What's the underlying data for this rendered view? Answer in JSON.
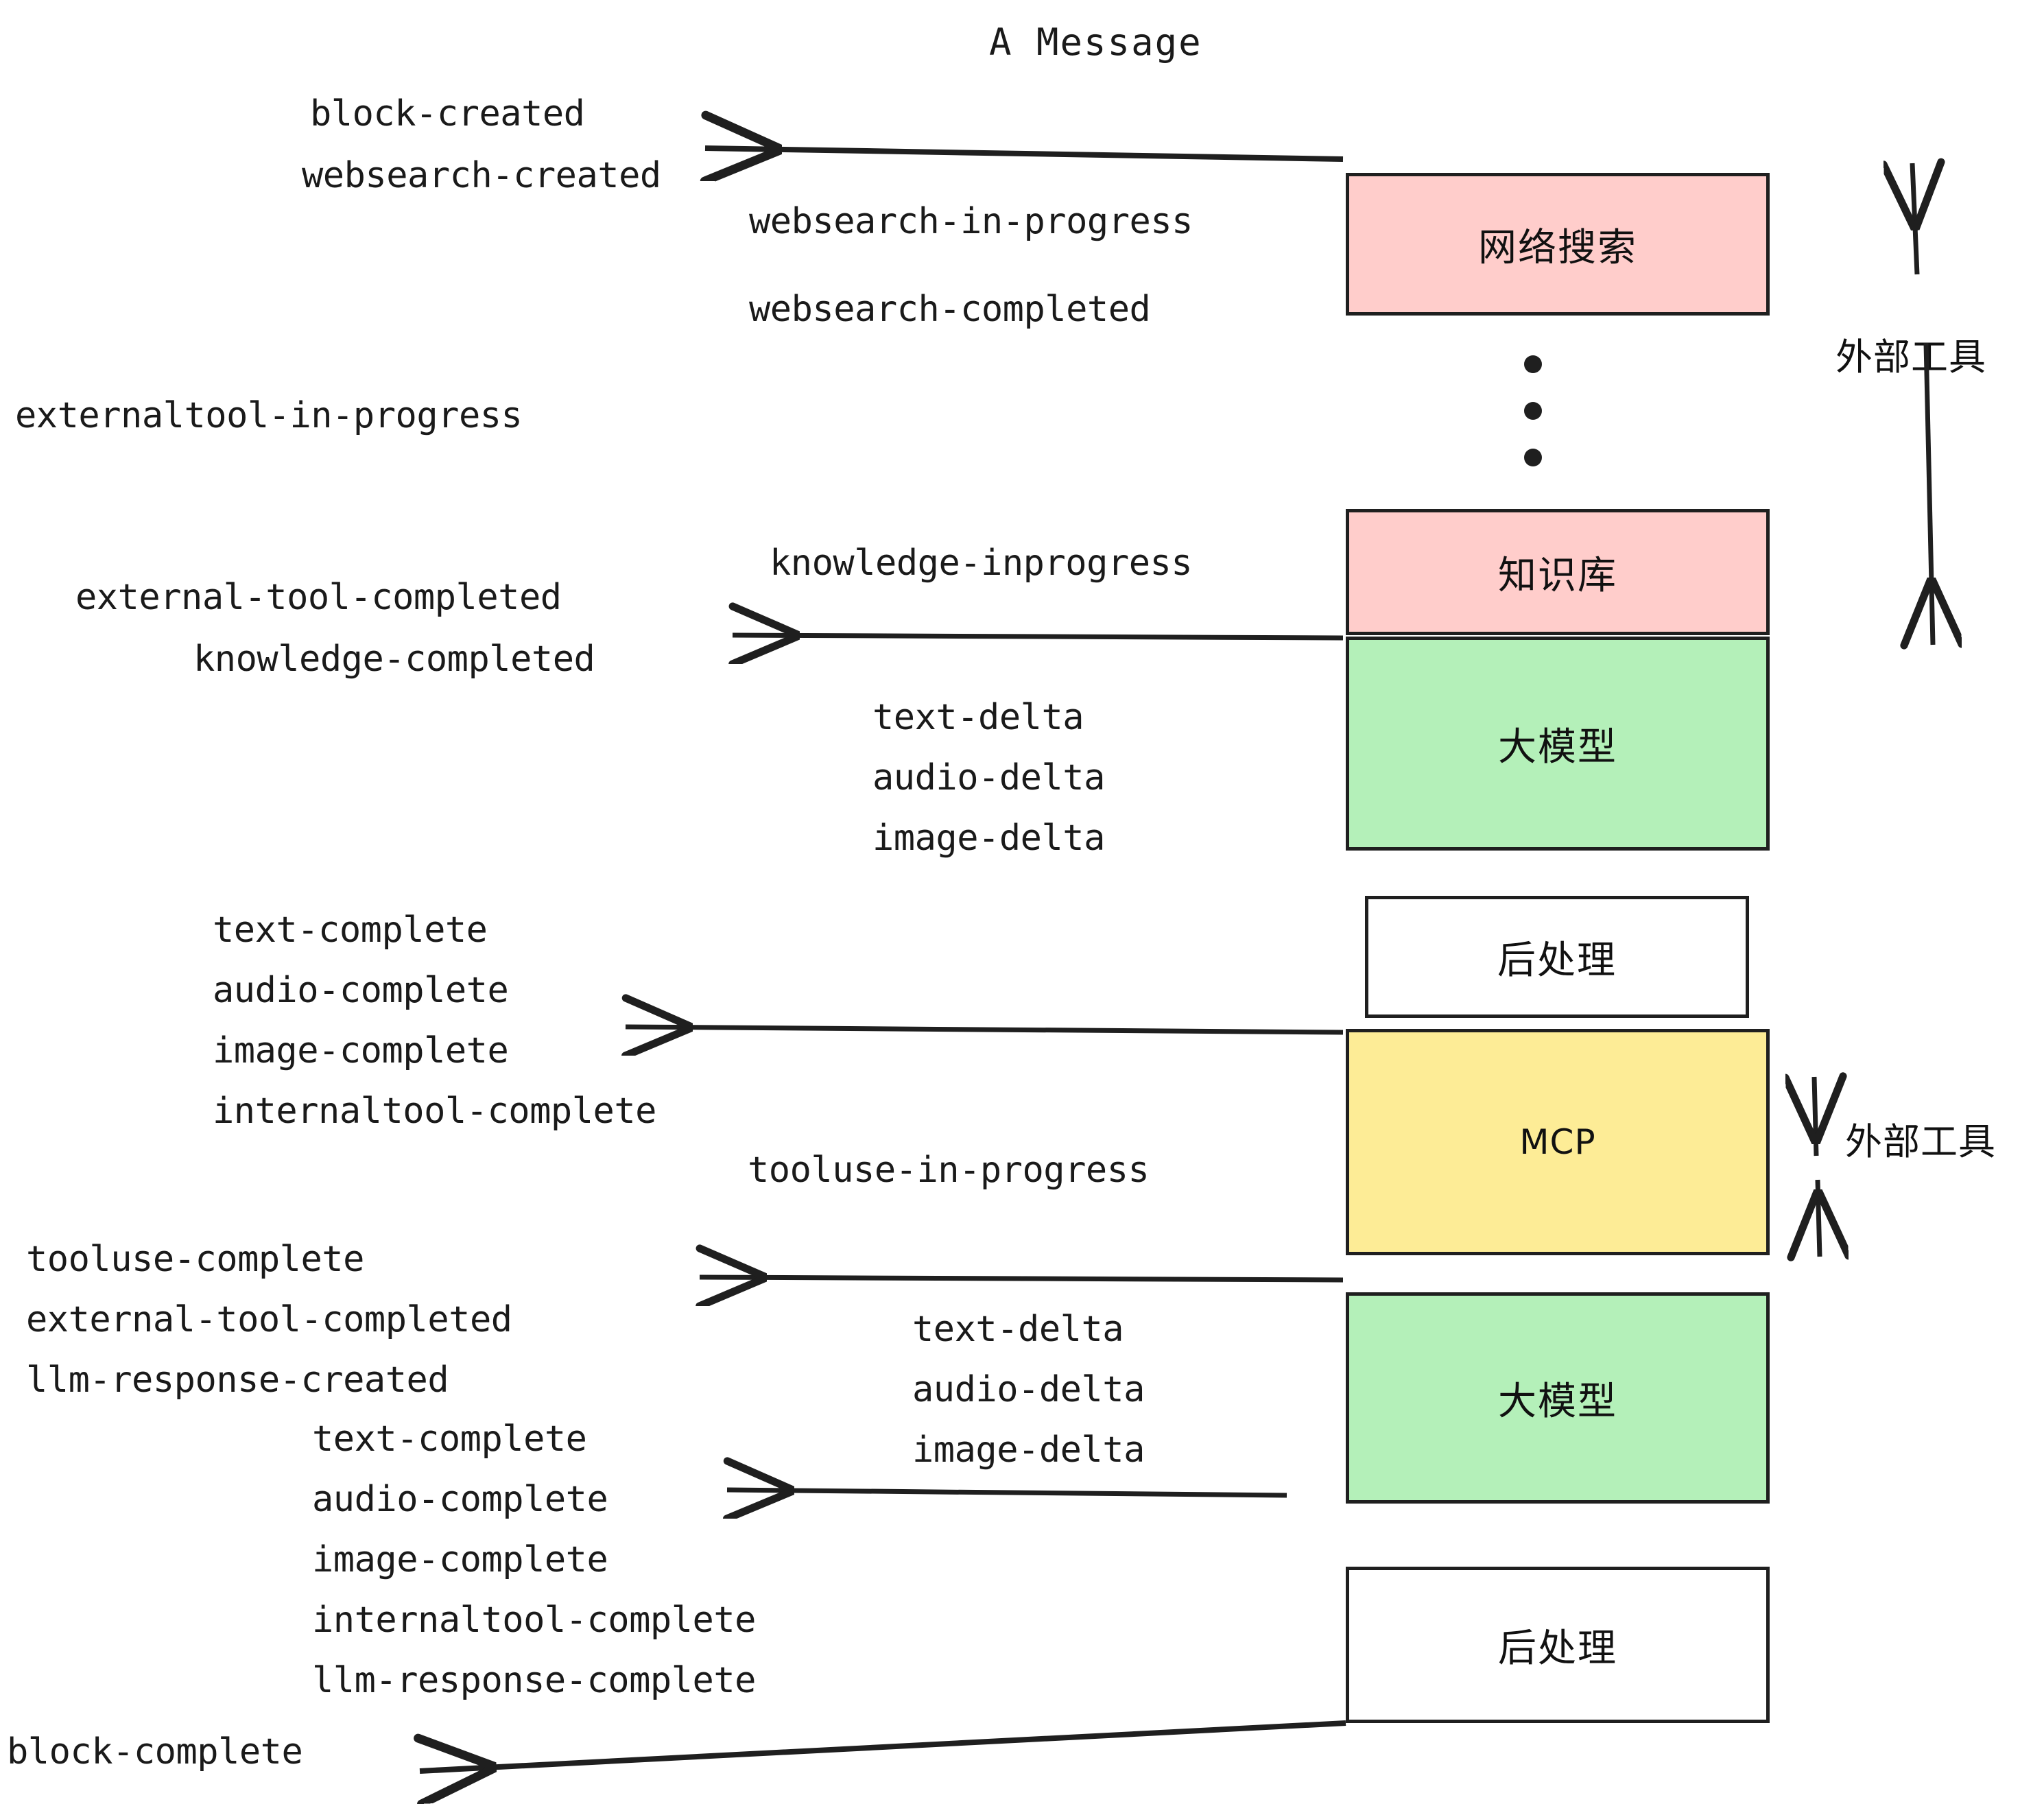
{
  "title": "A Message",
  "palette": {
    "pink": "#ffcdcb",
    "green": "#b4f0b9",
    "yellow": "#fdec96",
    "white": "#ffffff",
    "stroke": "#1f1f1f",
    "background": "#ffffff"
  },
  "nodes": [
    {
      "id": "websearch",
      "label": "网络搜索",
      "color": "pink"
    },
    {
      "id": "knowledge",
      "label": "知识库",
      "color": "pink"
    },
    {
      "id": "llm1",
      "label": "大模型",
      "color": "green"
    },
    {
      "id": "postprocess1",
      "label": "后处理",
      "color": "white"
    },
    {
      "id": "mcp",
      "label": "MCP",
      "color": "yellow"
    },
    {
      "id": "llm2",
      "label": "大模型",
      "color": "green"
    },
    {
      "id": "postprocess2",
      "label": "后处理",
      "color": "white"
    }
  ],
  "side_labels": [
    {
      "id": "external-tools-top",
      "label": "外部工具"
    },
    {
      "id": "external-tools-bottom",
      "label": "外部工具"
    }
  ],
  "events": [
    {
      "id": "block-created",
      "label": "block-created"
    },
    {
      "id": "websearch-created",
      "label": "websearch-created"
    },
    {
      "id": "websearch-in-progress",
      "label": "websearch-in-progress"
    },
    {
      "id": "websearch-completed",
      "label": "websearch-completed"
    },
    {
      "id": "externaltool-in-progress",
      "label": "externaltool-in-progress"
    },
    {
      "id": "knowledge-inprogress",
      "label": "knowledge-inprogress"
    },
    {
      "id": "external-tool-completed-1",
      "label": "external-tool-completed"
    },
    {
      "id": "knowledge-completed",
      "label": "knowledge-completed"
    },
    {
      "id": "text-delta-1",
      "label": "text-delta"
    },
    {
      "id": "audio-delta-1",
      "label": "audio-delta"
    },
    {
      "id": "image-delta-1",
      "label": "image-delta"
    },
    {
      "id": "text-complete-1",
      "label": "text-complete"
    },
    {
      "id": "audio-complete-1",
      "label": "audio-complete"
    },
    {
      "id": "image-complete-1",
      "label": "image-complete"
    },
    {
      "id": "internaltool-complete-1",
      "label": "internaltool-complete"
    },
    {
      "id": "tooluse-in-progress",
      "label": "tooluse-in-progress"
    },
    {
      "id": "tooluse-complete",
      "label": "tooluse-complete"
    },
    {
      "id": "external-tool-completed-2",
      "label": "external-tool-completed"
    },
    {
      "id": "llm-response-created",
      "label": "llm-response-created"
    },
    {
      "id": "text-delta-2",
      "label": "text-delta"
    },
    {
      "id": "audio-delta-2",
      "label": "audio-delta"
    },
    {
      "id": "image-delta-2",
      "label": "image-delta"
    },
    {
      "id": "text-complete-2",
      "label": "text-complete"
    },
    {
      "id": "audio-complete-2",
      "label": "audio-complete"
    },
    {
      "id": "image-complete-2",
      "label": "image-complete"
    },
    {
      "id": "internaltool-complete-2",
      "label": "internaltool-complete"
    },
    {
      "id": "llm-response-complete",
      "label": "llm-response-complete"
    },
    {
      "id": "block-complete",
      "label": "block-complete"
    }
  ],
  "ellipsis_dots": 3
}
